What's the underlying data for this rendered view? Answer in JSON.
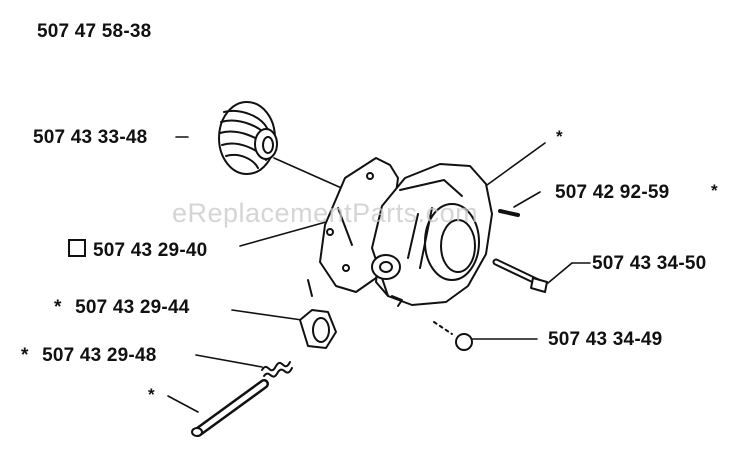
{
  "assembly_number": "507 47 58-38",
  "watermark": "eReplacementParts.com",
  "parts": [
    {
      "marker": "",
      "number": "507 43 33-48"
    },
    {
      "marker": "*",
      "number": ""
    },
    {
      "marker": "",
      "number": "507 42 92-59"
    },
    {
      "marker": "*",
      "number": ""
    },
    {
      "marker": "□",
      "number": "507 43 29-40"
    },
    {
      "marker": "",
      "number": "507 43 34-50"
    },
    {
      "marker": "*",
      "number": "507 43 29-44"
    },
    {
      "marker": "",
      "number": "507 43 34-49"
    },
    {
      "marker": "*",
      "number": "507 43 29-48"
    },
    {
      "marker": "*",
      "number": ""
    }
  ]
}
